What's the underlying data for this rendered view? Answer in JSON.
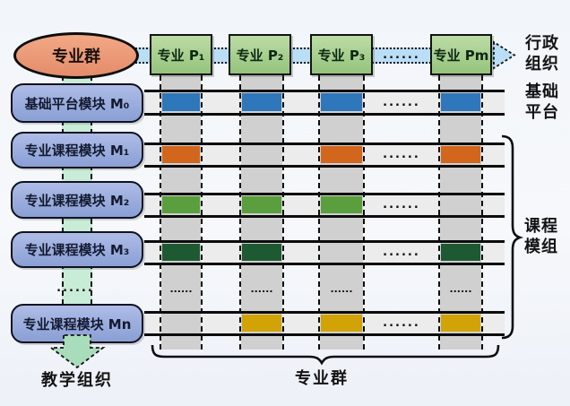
{
  "ellipse_label": "专业群",
  "specialties": [
    {
      "label": "专业 P₁"
    },
    {
      "label": "专业 P₂"
    },
    {
      "label": "专业 P₃"
    },
    {
      "label": "专业 Pm"
    }
  ],
  "modules": [
    {
      "label": "基础平台模块 M₀"
    },
    {
      "label": "专业课程模块 M₁"
    },
    {
      "label": "专业课程模块 M₂"
    },
    {
      "label": "专业课程模块 M₃"
    },
    {
      "label": "专业课程模块 Mn"
    }
  ],
  "labels": {
    "admin_org": "行政组织",
    "basic_platform": "基础平台",
    "course_module_group": "课程模组",
    "teaching_org": "教学组织",
    "specialty_group_bottom": "专业群"
  },
  "ellipsis": "......",
  "matrix": {
    "columns": [
      "P1",
      "P2",
      "P3",
      "Pm"
    ],
    "row_modules": [
      "M0",
      "M1",
      "M2",
      "M3",
      "Mn"
    ],
    "cell_colors": {
      "M0": "#2e77bb",
      "M1": "#d2661c",
      "M2": "#5a9e3d",
      "M3": "#1e5a31",
      "Mn": "#d2a306"
    },
    "cells": [
      [
        1,
        1,
        1,
        1
      ],
      [
        1,
        0,
        1,
        1
      ],
      [
        1,
        1,
        1,
        0
      ],
      [
        1,
        1,
        0,
        1
      ],
      [
        0,
        1,
        1,
        1
      ]
    ]
  },
  "colors": {
    "specialty_box": "#a9d18e",
    "module_box": "#9aacde",
    "ellipse": "#eb9b7d",
    "admin_arrow_band": "#badef5",
    "teaching_arrow_band": "#c9ecd6",
    "row_band": "#ececec",
    "column_band": "#d0d0d0"
  }
}
